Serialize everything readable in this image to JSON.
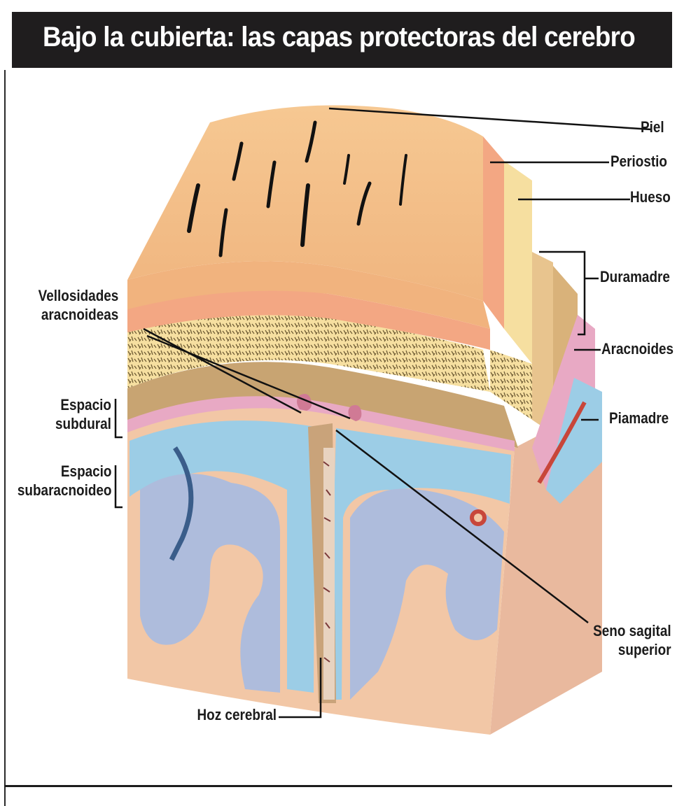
{
  "title": "Bajo la cubierta: las capas protectoras del cerebro",
  "labels": {
    "piel": "Piel",
    "periostio": "Periostio",
    "hueso": "Hueso",
    "duramadre": "Duramadre",
    "aracnoides": "Aracnoides",
    "piamadre": "Piamadre",
    "vellosidades_line1": "Vellosidades",
    "vellosidades_line2": "aracnoideas",
    "subdural_line1": "Espacio",
    "subdural_line2": "subdural",
    "subaracnoideo_line1": "Espacio",
    "subaracnoideo_line2": "subaracnoideo",
    "seno_line1": "Seno sagital",
    "seno_line2": "superior",
    "hoz": "Hoz cerebral"
  },
  "colors": {
    "skin": "#f4c08a",
    "periosteum": "#f3a783",
    "bone": "#f6dfa0",
    "dura": "#e8c48e",
    "arachnoid": "#e8a9c4",
    "pia_csf": "#9ccde6",
    "grey_matter": "#f2c7a6",
    "white_matter": "#aebcdc"
  }
}
